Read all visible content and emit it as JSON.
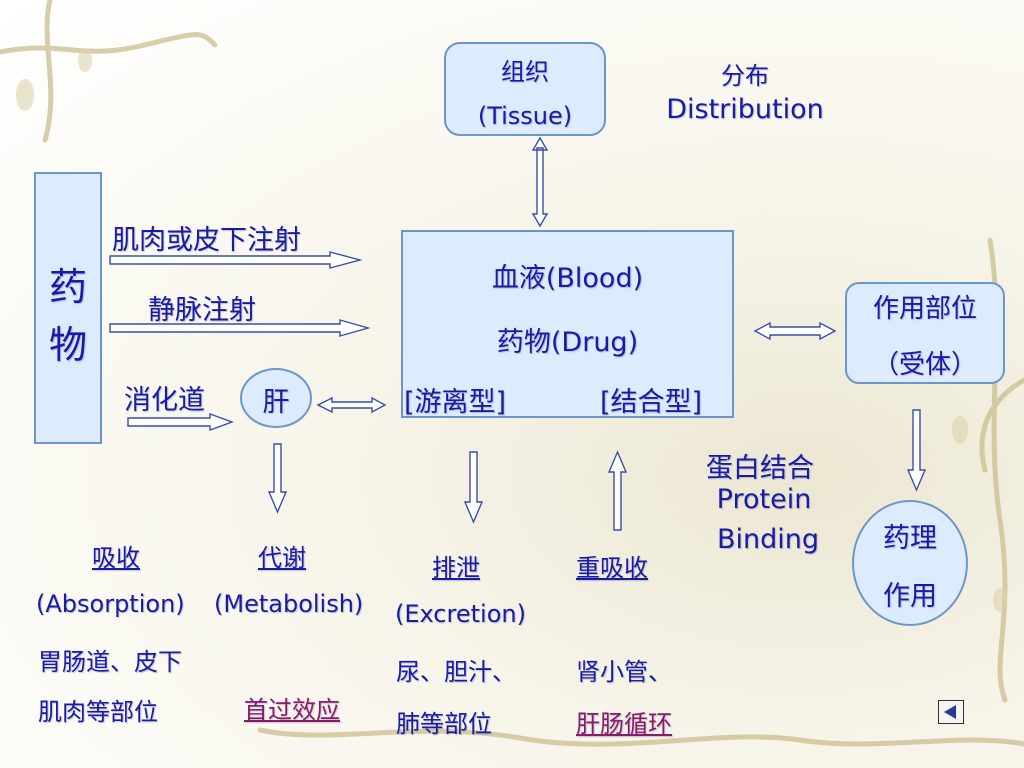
{
  "tissue": {
    "line1": "组织",
    "line2": "(Tissue)"
  },
  "distribution": {
    "cn": "分布",
    "en": "Distribution"
  },
  "drug_box": {
    "char1": "药",
    "char2": "物"
  },
  "routes": {
    "im_sc": "肌肉或皮下注射",
    "iv": "静脉注射",
    "gi": "消化道",
    "liver": "肝"
  },
  "blood_box": {
    "blood": "血液(Blood)",
    "drug": "药物(Drug)",
    "free": "[游离型]",
    "bound": "[结合型]"
  },
  "site": {
    "line1": "作用部位",
    "line2": "（受体）"
  },
  "protein": {
    "cn": "蛋白结合",
    "en1": "Protein",
    "en2": "Binding"
  },
  "effect": {
    "line1": "药理",
    "line2": "作用"
  },
  "absorption": {
    "cn": "吸收",
    "en": "(Absorption)",
    "desc1": "胃肠道、皮下",
    "desc2": "肌肉等部位"
  },
  "metabolism": {
    "cn": "代谢",
    "en": "(Metabolish)",
    "first_pass": "首过效应"
  },
  "excretion": {
    "cn": "排泄",
    "en": "(Excretion)",
    "desc1": "尿、胆汁、",
    "desc2": "肺等部位"
  },
  "reabsorption": {
    "cn": "重吸收",
    "desc1": "肾小管、",
    "desc2": "肝肠循环"
  },
  "colors": {
    "text": "#1a1aa8",
    "box_fill": "#dcebfd",
    "box_border": "#6e95c8",
    "link_pink": "#8a1a6a"
  },
  "icons": {
    "nav": "previous-slide-icon",
    "decor": "vine-border-icon"
  }
}
